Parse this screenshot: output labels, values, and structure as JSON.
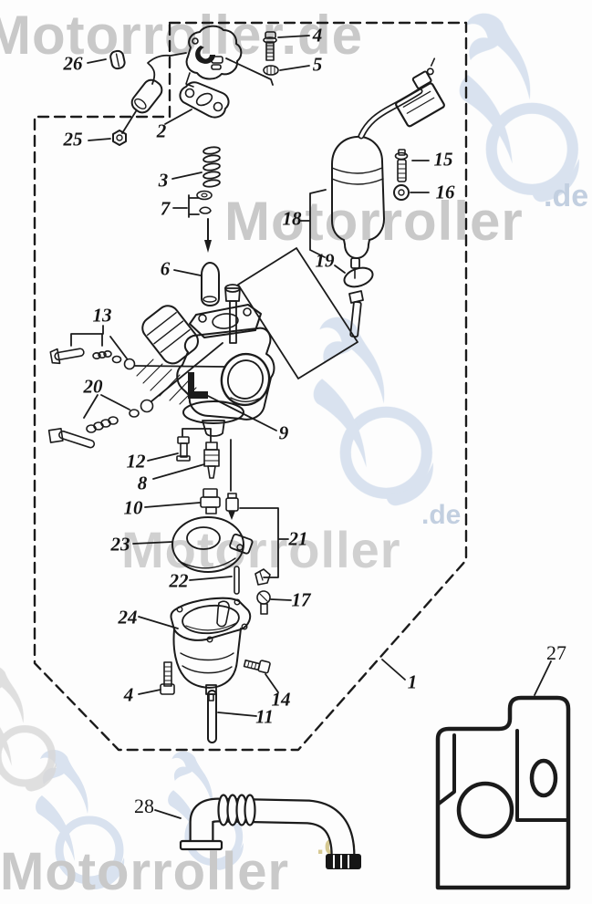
{
  "title": "Carburetor exploded parts diagram",
  "watermarks": {
    "top_text": "Motorroller.de",
    "middle_text": "Motorroller",
    "middle_suffix": ".de",
    "lower_text": "Motorroller",
    "lower_suffix": ".de",
    "bottom_text": "Motorroller",
    "bottom_suffix": ".de",
    "gray_color": "#c9c9c9",
    "logo_blue_color": "#ccd9ea",
    "suffix_bluegray_color": "#c2cfe0",
    "suffix_tan_color": "#d6c992"
  },
  "diagram": {
    "line_color": "#1b1b1b",
    "labels": [
      {
        "id": "part-26",
        "text": "26"
      },
      {
        "id": "part-25",
        "text": "25"
      },
      {
        "id": "part-2",
        "text": "2"
      },
      {
        "id": "part-3",
        "text": "3"
      },
      {
        "id": "part-7",
        "text": "7"
      },
      {
        "id": "part-6",
        "text": "6"
      },
      {
        "id": "part-13",
        "text": "13"
      },
      {
        "id": "part-20",
        "text": "20"
      },
      {
        "id": "part-12",
        "text": "12"
      },
      {
        "id": "part-8",
        "text": "8"
      },
      {
        "id": "part-10",
        "text": "10"
      },
      {
        "id": "part-23",
        "text": "23"
      },
      {
        "id": "part-22",
        "text": "22"
      },
      {
        "id": "part-21",
        "text": "21"
      },
      {
        "id": "part-17",
        "text": "17"
      },
      {
        "id": "part-24",
        "text": "24"
      },
      {
        "id": "part-4-bottom",
        "text": "4"
      },
      {
        "id": "part-14",
        "text": "14"
      },
      {
        "id": "part-11",
        "text": "11"
      },
      {
        "id": "part-9",
        "text": "9"
      },
      {
        "id": "part-1",
        "text": "1"
      },
      {
        "id": "part-27",
        "text": "27"
      },
      {
        "id": "part-28",
        "text": "28"
      },
      {
        "id": "part-4-top",
        "text": "4"
      },
      {
        "id": "part-5",
        "text": "5"
      },
      {
        "id": "part-15",
        "text": "15"
      },
      {
        "id": "part-16",
        "text": "16"
      },
      {
        "id": "part-18",
        "text": "18"
      },
      {
        "id": "part-19",
        "text": "19"
      }
    ]
  }
}
